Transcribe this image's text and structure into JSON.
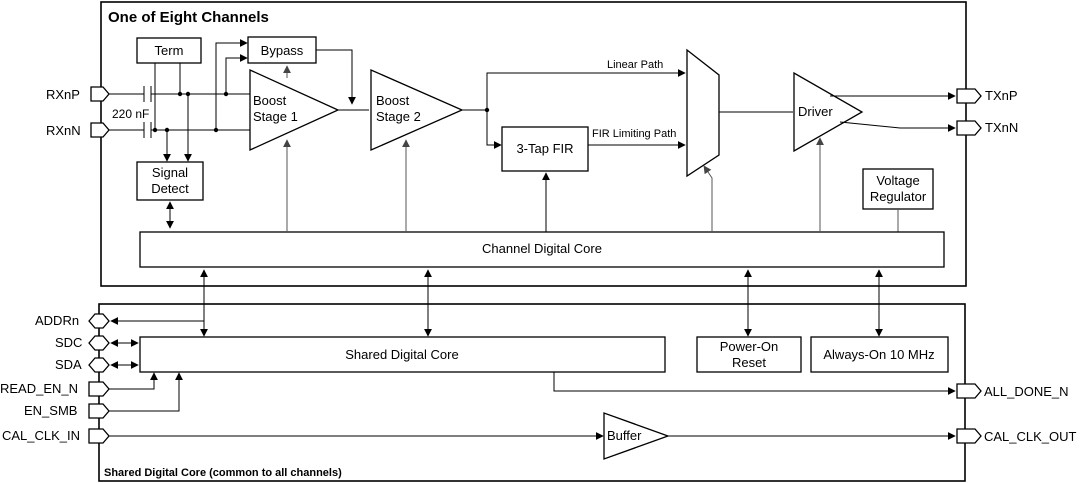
{
  "channel_frame": {
    "title": "One of Eight Channels"
  },
  "shared_frame": {
    "title": "Shared Digital Core (common to all channels)"
  },
  "blocks": {
    "term": "Term",
    "bypass": "Bypass",
    "boost1": [
      "Boost",
      "Stage 1"
    ],
    "boost2": [
      "Boost",
      "Stage 2"
    ],
    "fir": "3-Tap FIR",
    "driver": "Driver",
    "signal_detect": [
      "Signal",
      "Detect"
    ],
    "voltage_regulator": [
      "Voltage",
      "Regulator"
    ],
    "channel_digital_core": "Channel Digital Core",
    "shared_digital_core": "Shared Digital Core",
    "power_on_reset": [
      "Power-On",
      "Reset"
    ],
    "always_on": "Always-On 10 MHz",
    "buffer": "Buffer"
  },
  "labels": {
    "cap": "220 nF",
    "linear_path": "Linear Path",
    "fir_path": "FIR Limiting Path"
  },
  "pins": {
    "rxnp": "RXnP",
    "rxnn": "RXnN",
    "txnp": "TXnP",
    "txnn": "TXnN",
    "addrn": "ADDRn",
    "sdc": "SDC",
    "sda": "SDA",
    "read_en_n": "READ_EN_N",
    "en_smb": "EN_SMB",
    "cal_clk_in": "CAL_CLK_IN",
    "all_done_n": "ALL_DONE_N",
    "cal_clk_out": "CAL_CLK_OUT"
  }
}
